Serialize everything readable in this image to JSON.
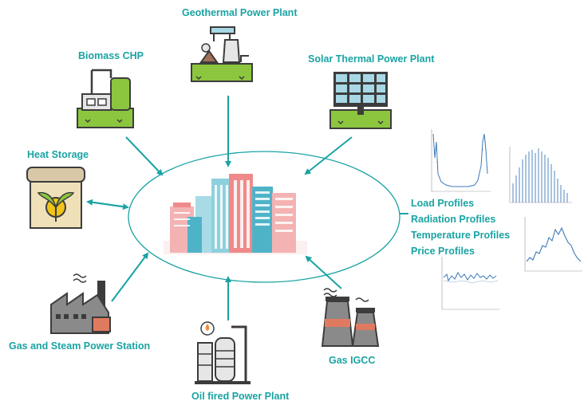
{
  "nodes": {
    "geothermal": "Geothermal Power Plant",
    "biomass": "Biomass CHP",
    "solar": "Solar Thermal Power Plant",
    "heat_storage": "Heat Storage",
    "gas_steam": "Gas and Steam Power Station",
    "oil": "Oil fired Power Plant",
    "gas_igcc": "Gas IGCC"
  },
  "profiles": [
    "Load Profiles",
    "Radiation Profiles",
    "Temperature Profiles",
    "Price Profiles"
  ],
  "colors": {
    "accent": "#1aa3a3",
    "green": "#8cc63f",
    "dark": "#3c3c3c",
    "city_pink": "#f08a8a",
    "city_blue": "#4fb3c8",
    "plot_line": "#3d7ab8"
  }
}
